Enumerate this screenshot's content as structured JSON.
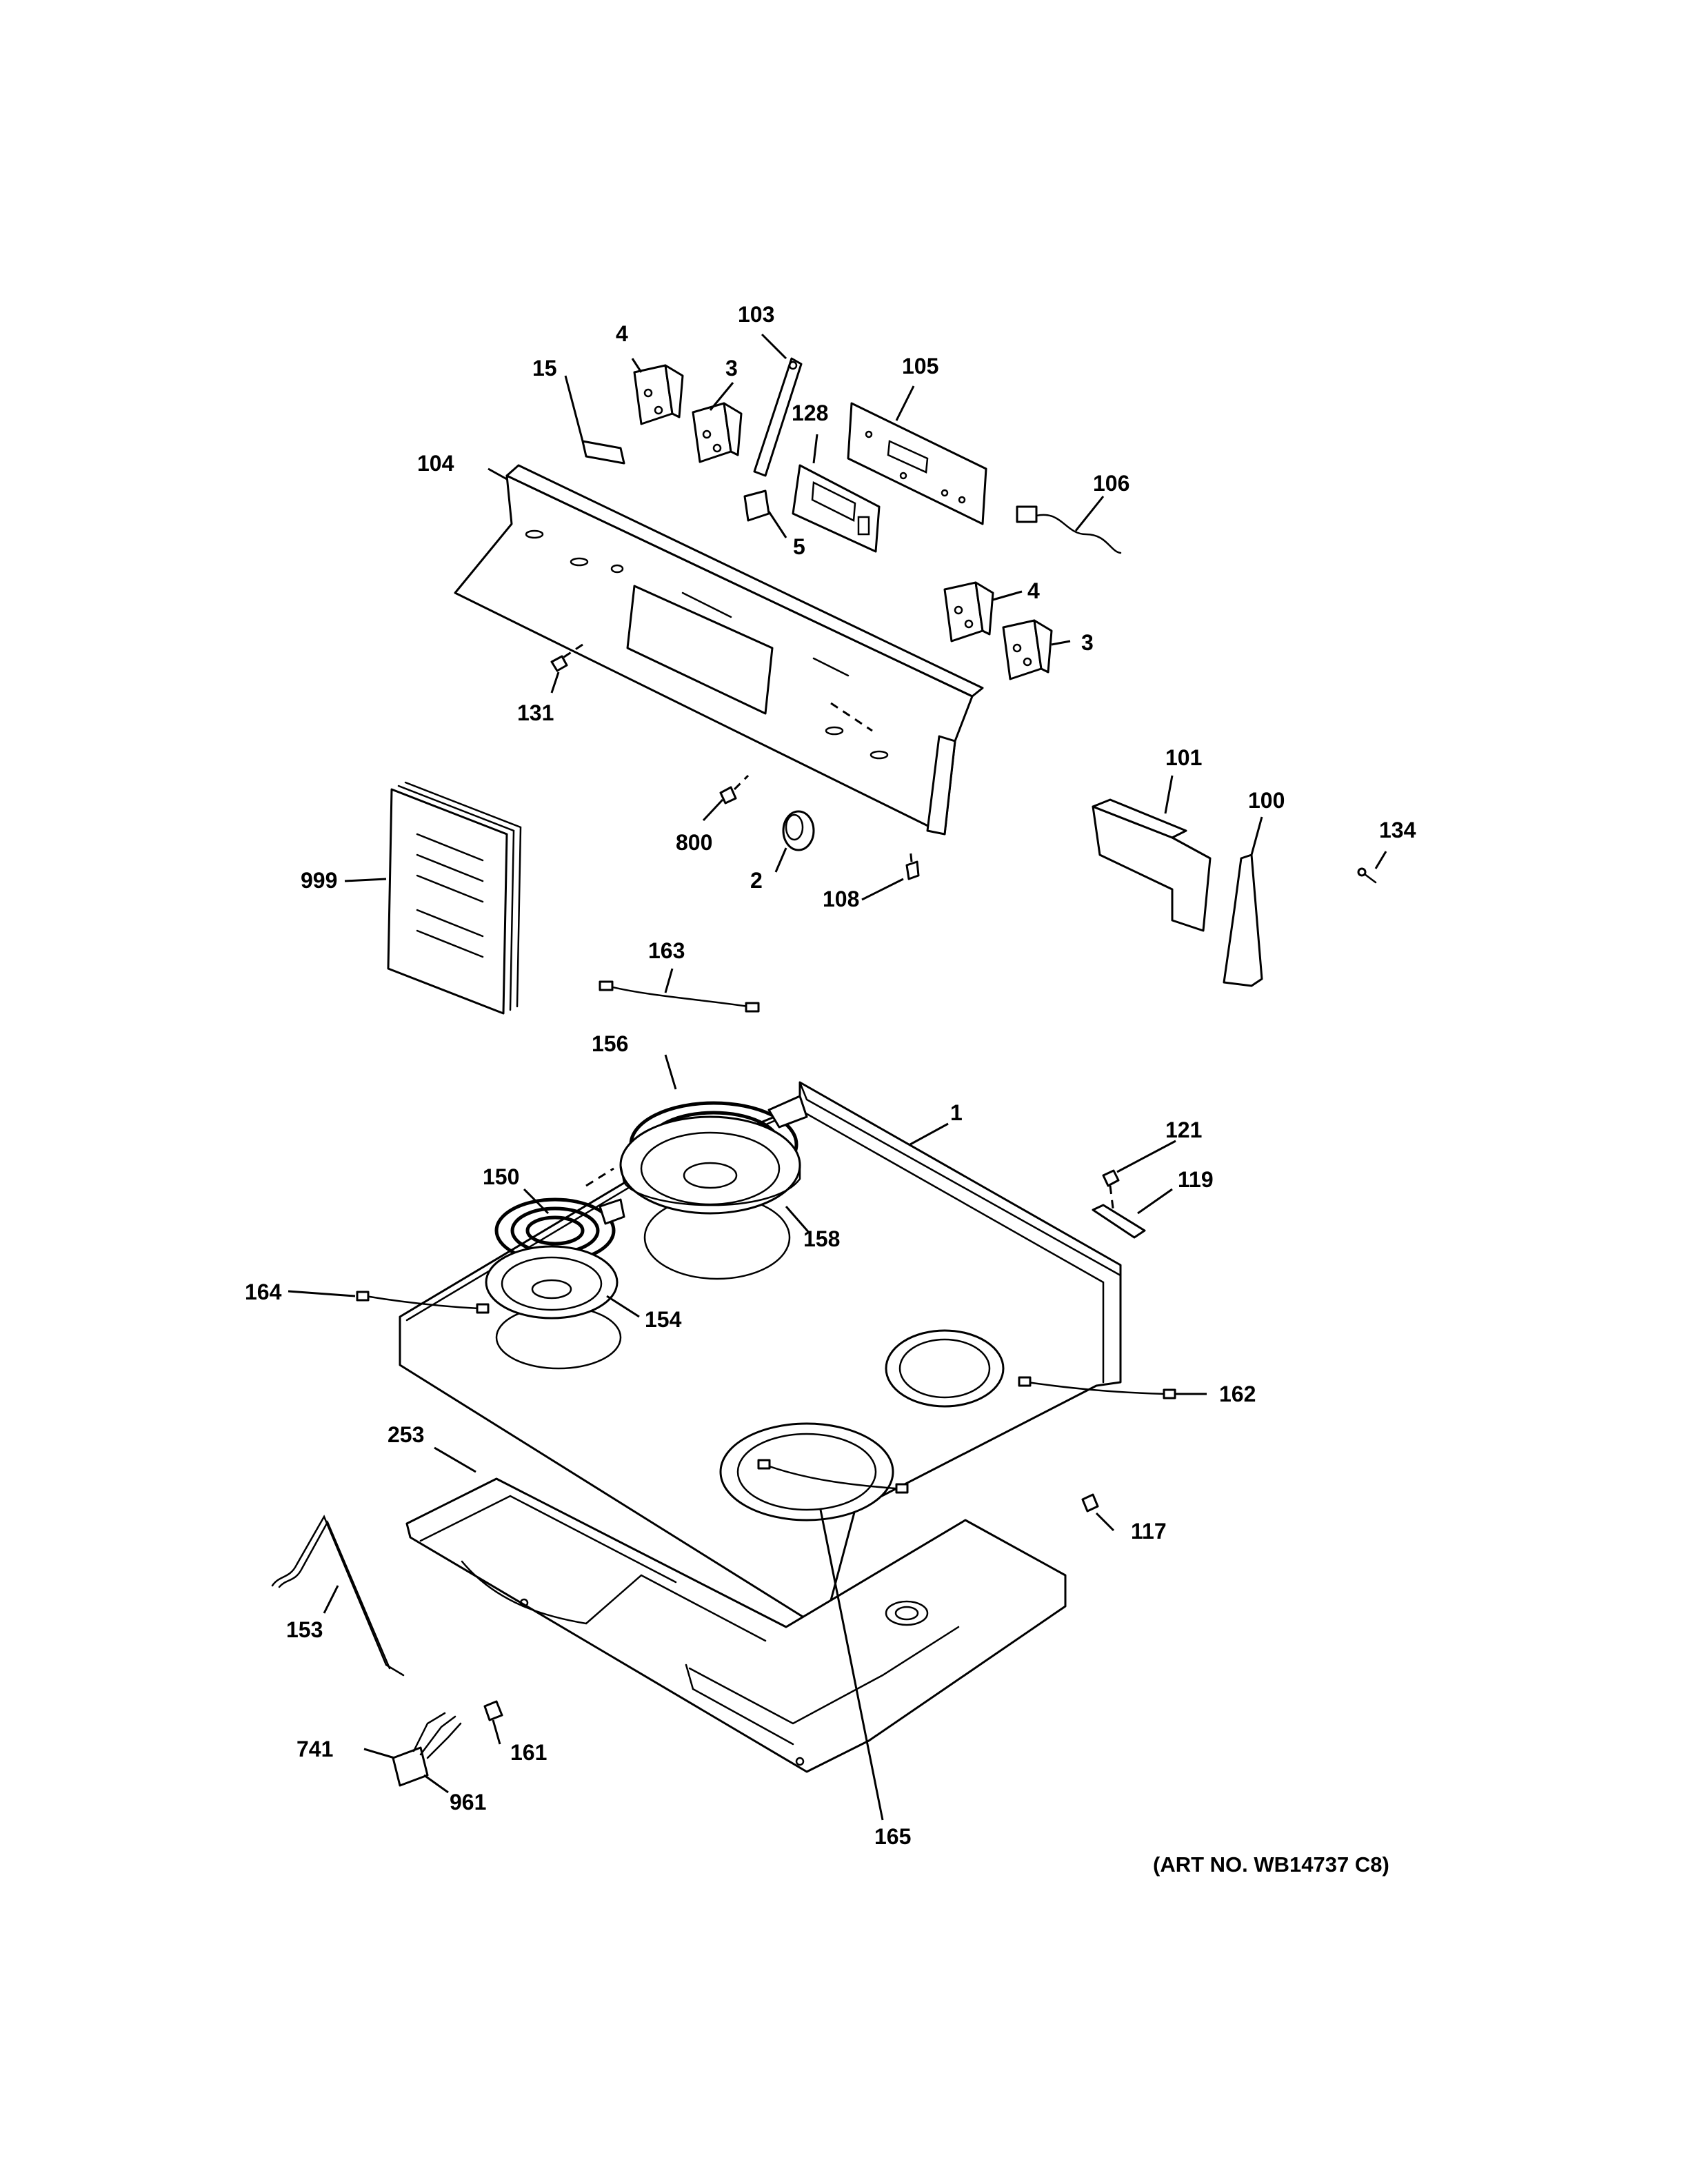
{
  "art_number": "(ART NO. WB14737 C8)",
  "labels": {
    "p1": "1",
    "p2": "2",
    "p3a": "3",
    "p3b": "3",
    "p4a": "4",
    "p4b": "4",
    "p5": "5",
    "p15": "15",
    "p100": "100",
    "p101": "101",
    "p103": "103",
    "p104": "104",
    "p105": "105",
    "p106": "106",
    "p108": "108",
    "p117": "117",
    "p119": "119",
    "p121": "121",
    "p128": "128",
    "p131": "131",
    "p134": "134",
    "p150": "150",
    "p153": "153",
    "p154": "154",
    "p156": "156",
    "p158": "158",
    "p161": "161",
    "p162": "162",
    "p163": "163",
    "p164": "164",
    "p165": "165",
    "p253": "253",
    "p741": "741",
    "p800": "800",
    "p961": "961",
    "p999": "999"
  }
}
